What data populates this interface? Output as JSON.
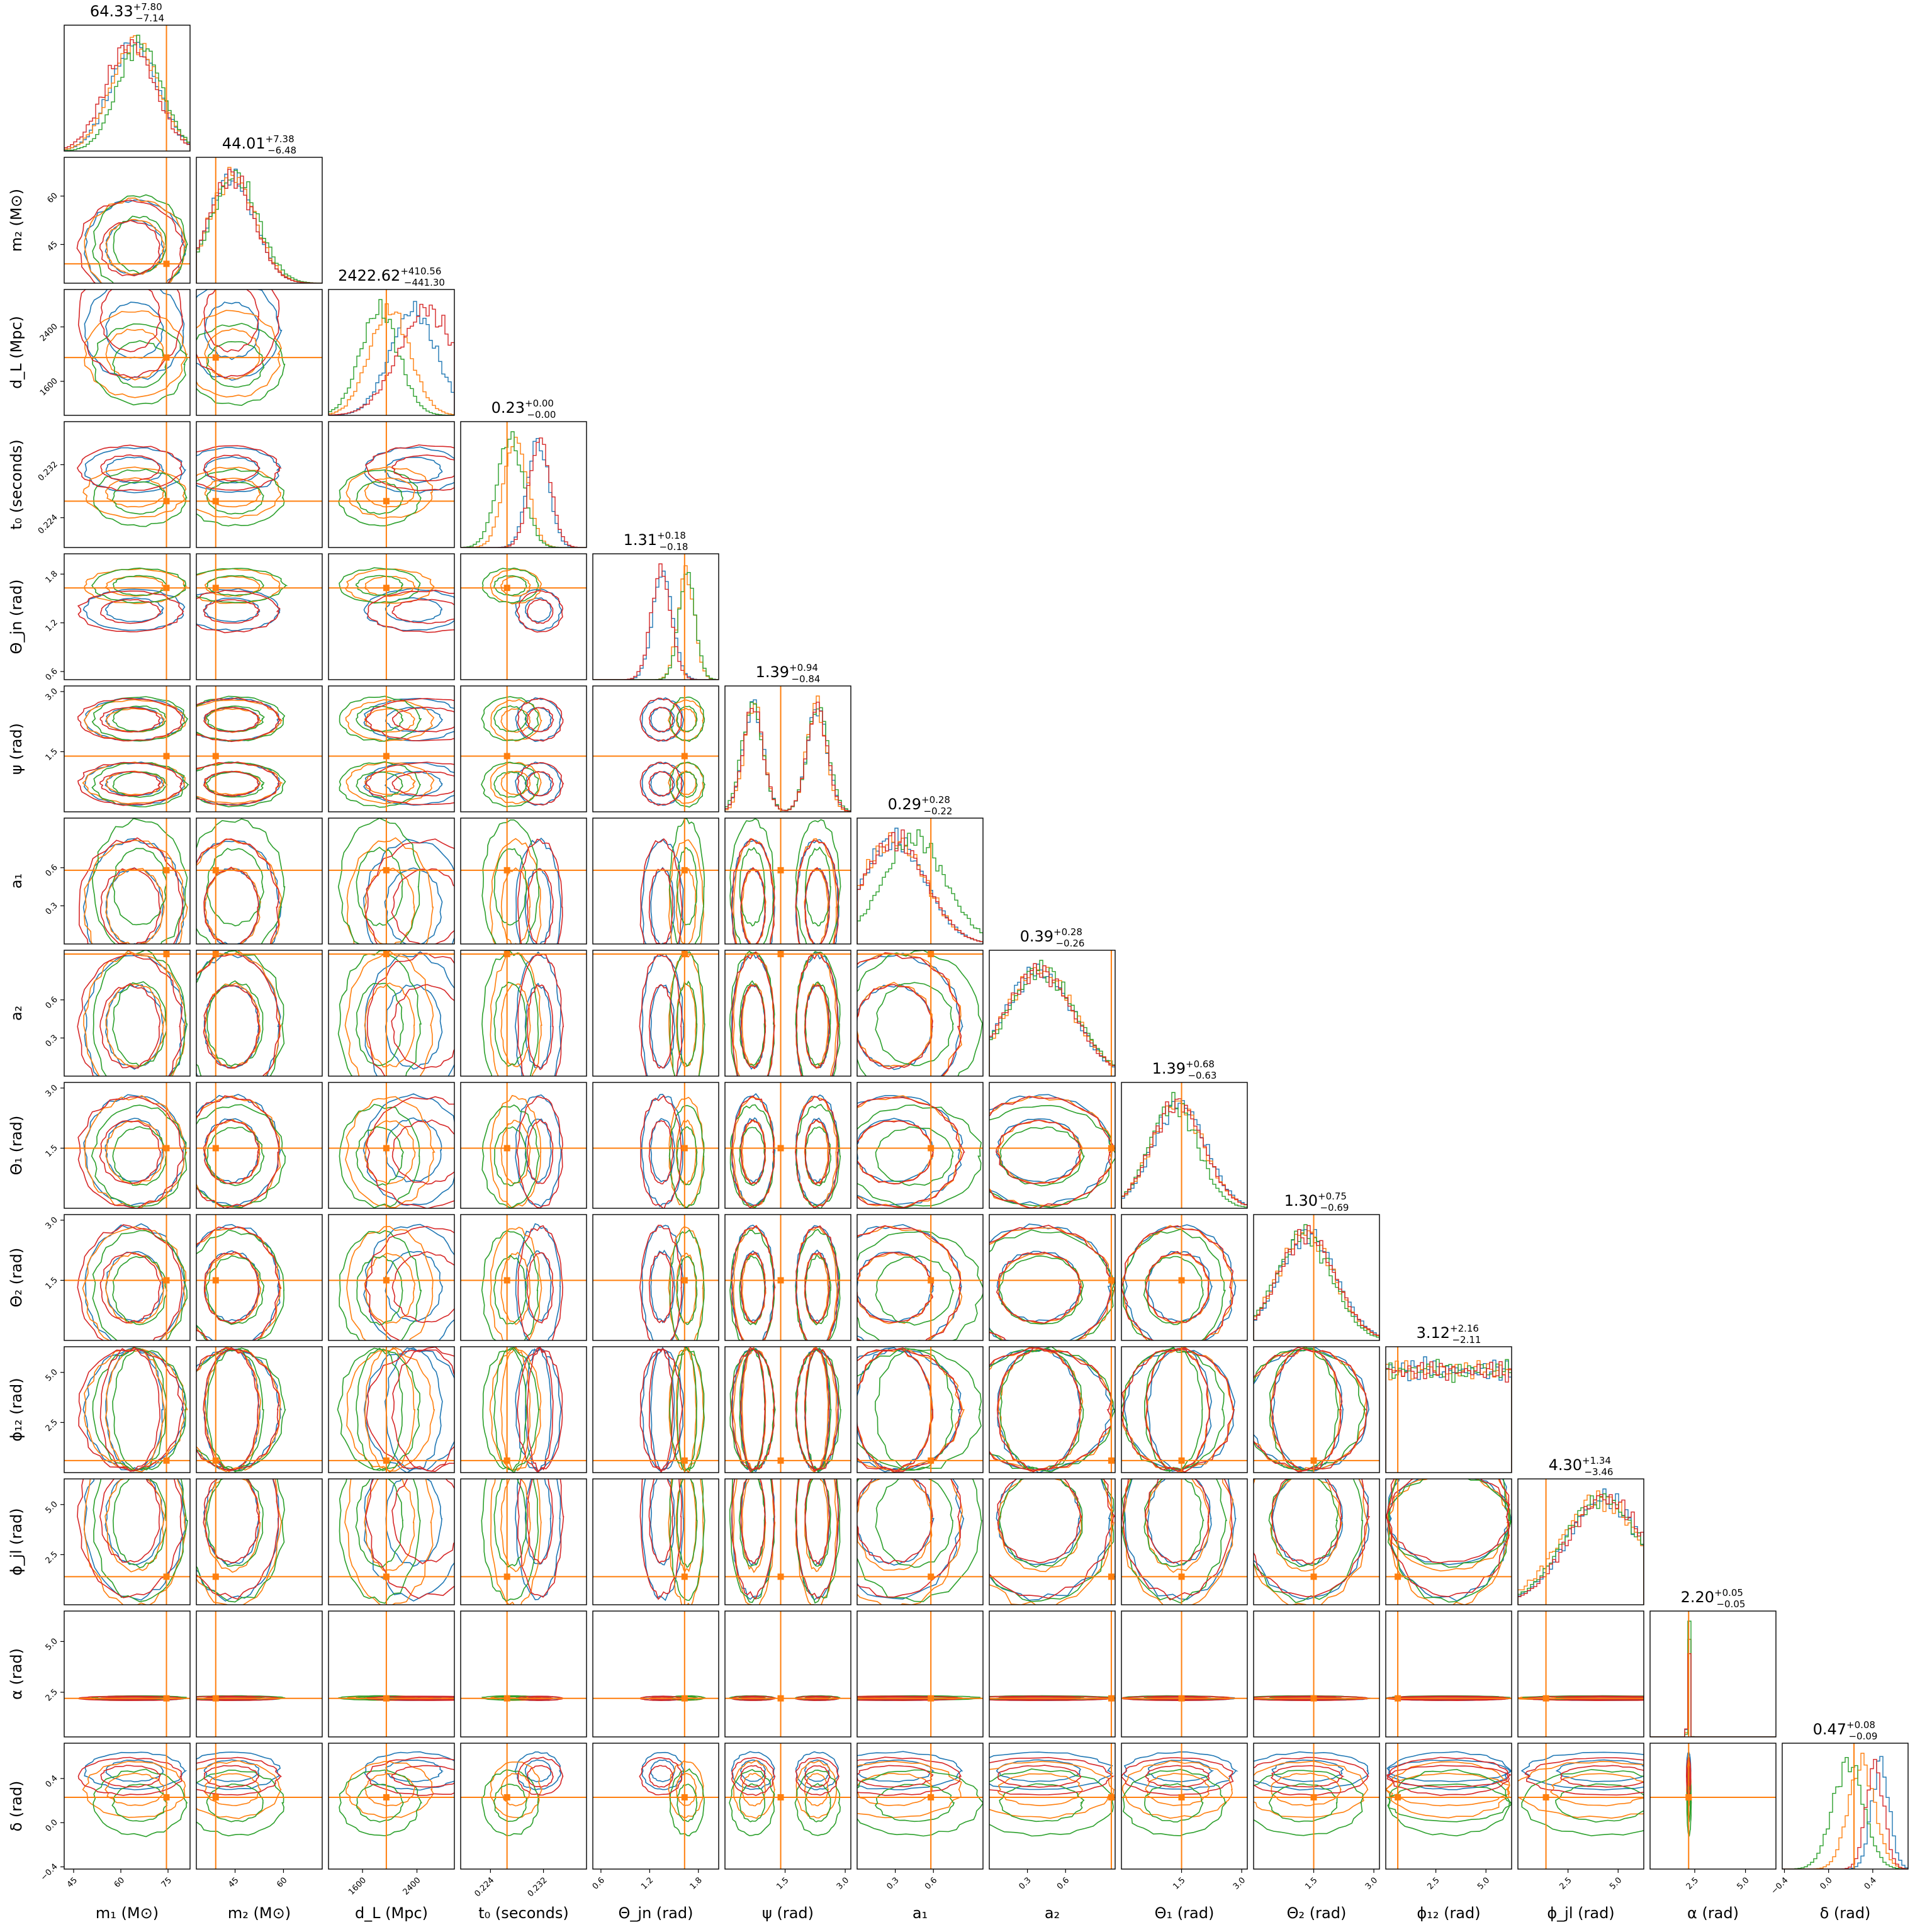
{
  "chart_data": {
    "type": "corner",
    "grid": false,
    "colors": {
      "blue": "#1f77b4",
      "orange": "#ff7f0e",
      "green": "#2ca02c",
      "red": "#d62728",
      "truth": "#ff7f0e",
      "frame": "#000000"
    },
    "series_order": [
      "blue",
      "orange",
      "green",
      "red"
    ],
    "parameters": [
      {
        "key": "m1",
        "label": "m₁ (M⊙)",
        "range": [
          42,
          82
        ],
        "truth": 74.5,
        "ticks": [
          45,
          60,
          75
        ],
        "tick_labels": [
          "45",
          "60",
          "75"
        ],
        "title": "64.33",
        "title_sup": "+7.80",
        "title_sub": "−7.14",
        "posterior": {
          "blue": {
            "mean": 64.33,
            "sd": 7.5
          },
          "orange": {
            "mean": 64.5,
            "sd": 7.6
          },
          "green": {
            "mean": 66.0,
            "sd": 7.0
          },
          "red": {
            "mean": 63.0,
            "sd": 7.8
          }
        }
      },
      {
        "key": "m2",
        "label": "m₂ (M⊙)",
        "range": [
          33,
          72
        ],
        "truth": 39.0,
        "ticks": [
          45,
          60
        ],
        "tick_labels": [
          "45",
          "60"
        ],
        "title": "44.01",
        "title_sup": "+7.38",
        "title_sub": "−6.48",
        "posterior": {
          "blue": {
            "mean": 44.0,
            "sd": 7.0
          },
          "orange": {
            "mean": 44.2,
            "sd": 7.0
          },
          "green": {
            "mean": 45.0,
            "sd": 7.2
          },
          "red": {
            "mean": 43.8,
            "sd": 7.0
          }
        }
      },
      {
        "key": "dL",
        "label": "d_L (Mpc)",
        "range": [
          1100,
          2950
        ],
        "truth": 1950,
        "ticks": [
          1600,
          2400
        ],
        "tick_labels": [
          "1600",
          "2400"
        ],
        "title": "2422.62",
        "title_sup": "+410.56",
        "title_sub": "−441.30",
        "posterior": {
          "blue": {
            "mean": 2350,
            "sd": 340
          },
          "orange": {
            "mean": 2000,
            "sd": 300
          },
          "green": {
            "mean": 1850,
            "sd": 280
          },
          "red": {
            "mean": 2550,
            "sd": 420
          }
        }
      },
      {
        "key": "t0",
        "label": "t₀ (seconds)",
        "range": [
          0.2195,
          0.2385
        ],
        "truth": 0.2265,
        "ticks": [
          0.224,
          0.232
        ],
        "tick_labels": [
          "0.224",
          "0.232"
        ],
        "title": "0.23",
        "title_sup": "+0.00",
        "title_sub": "−0.00",
        "posterior": {
          "blue": {
            "mean": 0.2312,
            "sd": 0.0016
          },
          "orange": {
            "mean": 0.2278,
            "sd": 0.0018
          },
          "green": {
            "mean": 0.227,
            "sd": 0.002
          },
          "red": {
            "mean": 0.2315,
            "sd": 0.0016
          }
        }
      },
      {
        "key": "theta_jn",
        "label": "Θ_jn (rad)",
        "range": [
          0.5,
          2.05
        ],
        "truth": 1.63,
        "ticks": [
          0.6,
          1.2,
          1.8
        ],
        "tick_labels": [
          "0.6",
          "1.2",
          "1.8"
        ],
        "title": "1.31",
        "title_sup": "+0.18",
        "title_sub": "−0.18",
        "posterior": {
          "blue": {
            "mean": 1.36,
            "sd": 0.12
          },
          "orange": {
            "mean": 1.65,
            "sd": 0.1
          },
          "green": {
            "mean": 1.66,
            "sd": 0.1
          },
          "red": {
            "mean": 1.34,
            "sd": 0.12
          }
        }
      },
      {
        "key": "psi",
        "label": "ψ (rad)",
        "range": [
          0.0,
          3.14
        ],
        "truth": 1.39,
        "ticks": [
          1.5,
          3.0
        ],
        "tick_labels": [
          "1.5",
          "3.0"
        ],
        "title": "1.39",
        "title_sup": "+0.94",
        "title_sub": "−0.84",
        "posterior": {
          "blue": {
            "mean": 1.39,
            "sd": 0.9,
            "bimodal": [
              0.7,
              2.3,
              0.25
            ]
          },
          "orange": {
            "mean": 1.39,
            "sd": 0.9,
            "bimodal": [
              0.72,
              2.28,
              0.24
            ]
          },
          "green": {
            "mean": 1.39,
            "sd": 0.9,
            "bimodal": [
              0.68,
              2.32,
              0.26
            ]
          },
          "red": {
            "mean": 1.39,
            "sd": 0.9,
            "bimodal": [
              0.7,
              2.3,
              0.25
            ]
          }
        }
      },
      {
        "key": "a1",
        "label": "a₁",
        "range": [
          0.0,
          0.99
        ],
        "truth": 0.58,
        "ticks": [
          0.3,
          0.6
        ],
        "tick_labels": [
          "0.3",
          "0.6"
        ],
        "title": "0.29",
        "title_sup": "+0.28",
        "title_sub": "−0.22",
        "posterior": {
          "blue": {
            "mean": 0.29,
            "sd": 0.25
          },
          "orange": {
            "mean": 0.29,
            "sd": 0.25
          },
          "green": {
            "mean": 0.45,
            "sd": 0.25
          },
          "red": {
            "mean": 0.29,
            "sd": 0.25
          }
        }
      },
      {
        "key": "a2",
        "label": "a₂",
        "range": [
          0.0,
          0.99
        ],
        "truth": 0.96,
        "ticks": [
          0.3,
          0.6
        ],
        "tick_labels": [
          "0.3",
          "0.6"
        ],
        "title": "0.39",
        "title_sup": "+0.28",
        "title_sub": "−0.26",
        "posterior": {
          "blue": {
            "mean": 0.39,
            "sd": 0.27
          },
          "orange": {
            "mean": 0.4,
            "sd": 0.27
          },
          "green": {
            "mean": 0.41,
            "sd": 0.27
          },
          "red": {
            "mean": 0.39,
            "sd": 0.27
          }
        }
      },
      {
        "key": "theta1",
        "label": "Θ₁ (rad)",
        "range": [
          0.0,
          3.14
        ],
        "truth": 1.5,
        "ticks": [
          1.5,
          3.0
        ],
        "tick_labels": [
          "1.5",
          "3.0"
        ],
        "title": "1.39",
        "title_sup": "+0.68",
        "title_sub": "−0.63",
        "posterior": {
          "blue": {
            "mean": 1.45,
            "sd": 0.65
          },
          "orange": {
            "mean": 1.4,
            "sd": 0.65
          },
          "green": {
            "mean": 1.3,
            "sd": 0.6
          },
          "red": {
            "mean": 1.4,
            "sd": 0.65
          }
        }
      },
      {
        "key": "theta2",
        "label": "Θ₂ (rad)",
        "range": [
          0.0,
          3.14
        ],
        "truth": 1.5,
        "ticks": [
          1.5,
          3.0
        ],
        "tick_labels": [
          "1.5",
          "3.0"
        ],
        "title": "1.30",
        "title_sup": "+0.75",
        "title_sub": "−0.69",
        "posterior": {
          "blue": {
            "mean": 1.35,
            "sd": 0.72
          },
          "orange": {
            "mean": 1.3,
            "sd": 0.72
          },
          "green": {
            "mean": 1.25,
            "sd": 0.7
          },
          "red": {
            "mean": 1.32,
            "sd": 0.72
          }
        }
      },
      {
        "key": "phi12",
        "label": "ϕ₁₂ (rad)",
        "range": [
          0.0,
          6.28
        ],
        "truth": 0.6,
        "ticks": [
          2.5,
          5.0
        ],
        "tick_labels": [
          "2.5",
          "5.0"
        ],
        "title": "3.12",
        "title_sup": "+2.16",
        "title_sub": "−2.11",
        "posterior": {
          "blue": {
            "mean": 3.12,
            "sd": 2.1,
            "uniform": true
          },
          "orange": {
            "mean": 3.12,
            "sd": 2.1,
            "uniform": true
          },
          "green": {
            "mean": 3.12,
            "sd": 2.1,
            "uniform": true
          },
          "red": {
            "mean": 3.12,
            "sd": 2.1,
            "uniform": true
          }
        }
      },
      {
        "key": "phijl",
        "label": "ϕ_jl (rad)",
        "range": [
          0.0,
          6.28
        ],
        "truth": 1.4,
        "ticks": [
          2.5,
          5.0
        ],
        "tick_labels": [
          "2.5",
          "5.0"
        ],
        "title": "4.30",
        "title_sup": "+1.34",
        "title_sub": "−3.46",
        "posterior": {
          "blue": {
            "mean": 4.3,
            "sd": 1.9
          },
          "orange": {
            "mean": 4.1,
            "sd": 2.0
          },
          "green": {
            "mean": 4.2,
            "sd": 1.9
          },
          "red": {
            "mean": 4.4,
            "sd": 1.9
          }
        }
      },
      {
        "key": "alpha",
        "label": "α (rad)",
        "range": [
          0.3,
          6.5
        ],
        "truth": 2.2,
        "ticks": [
          2.5,
          5.0
        ],
        "tick_labels": [
          "2.5",
          "5.0"
        ],
        "title": "2.20",
        "title_sup": "+0.05",
        "title_sub": "−0.05",
        "posterior": {
          "blue": {
            "mean": 2.2,
            "sd": 0.05
          },
          "orange": {
            "mean": 2.21,
            "sd": 0.05
          },
          "green": {
            "mean": 2.22,
            "sd": 0.05
          },
          "red": {
            "mean": 2.2,
            "sd": 0.05
          }
        }
      },
      {
        "key": "delta",
        "label": "δ (rad)",
        "range": [
          -0.42,
          0.72
        ],
        "truth": 0.23,
        "ticks": [
          -0.4,
          0.0,
          0.4
        ],
        "tick_labels": [
          "−0.4",
          "0.0",
          "0.4"
        ],
        "title": "0.47",
        "title_sup": "+0.08",
        "title_sub": "−0.09",
        "posterior": {
          "blue": {
            "mean": 0.47,
            "sd": 0.08
          },
          "orange": {
            "mean": 0.3,
            "sd": 0.12
          },
          "green": {
            "mean": 0.18,
            "sd": 0.14
          },
          "red": {
            "mean": 0.42,
            "sd": 0.08
          }
        }
      }
    ]
  }
}
